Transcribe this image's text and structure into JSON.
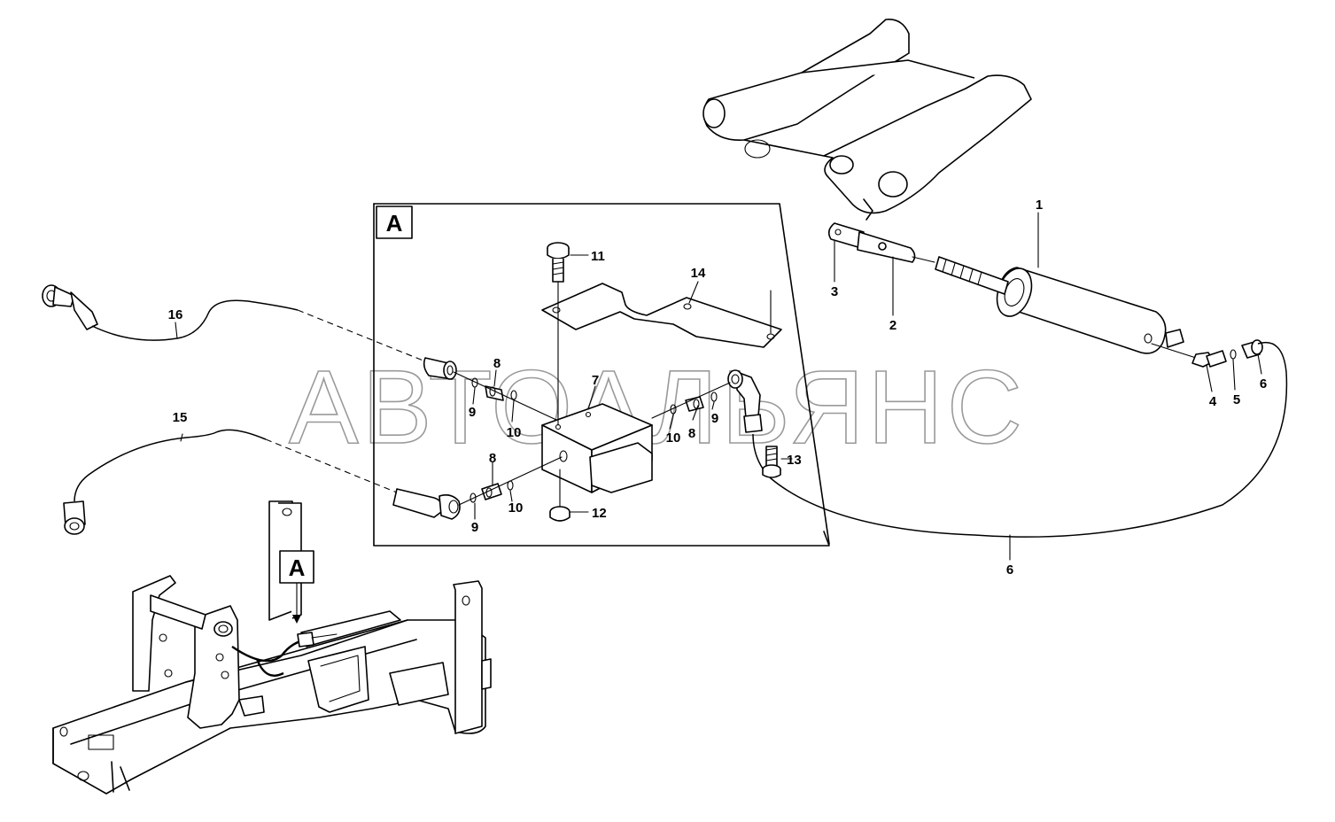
{
  "watermark": "АВТОАЛЬЯНС",
  "detail_box_label": "A",
  "frame_marker_label": "A",
  "callouts": [
    "1",
    "2",
    "3",
    "4",
    "5",
    "6",
    "6",
    "7",
    "8",
    "8",
    "8",
    "9",
    "9",
    "9",
    "10",
    "10",
    "10",
    "11",
    "12",
    "13",
    "14",
    "15",
    "16"
  ]
}
